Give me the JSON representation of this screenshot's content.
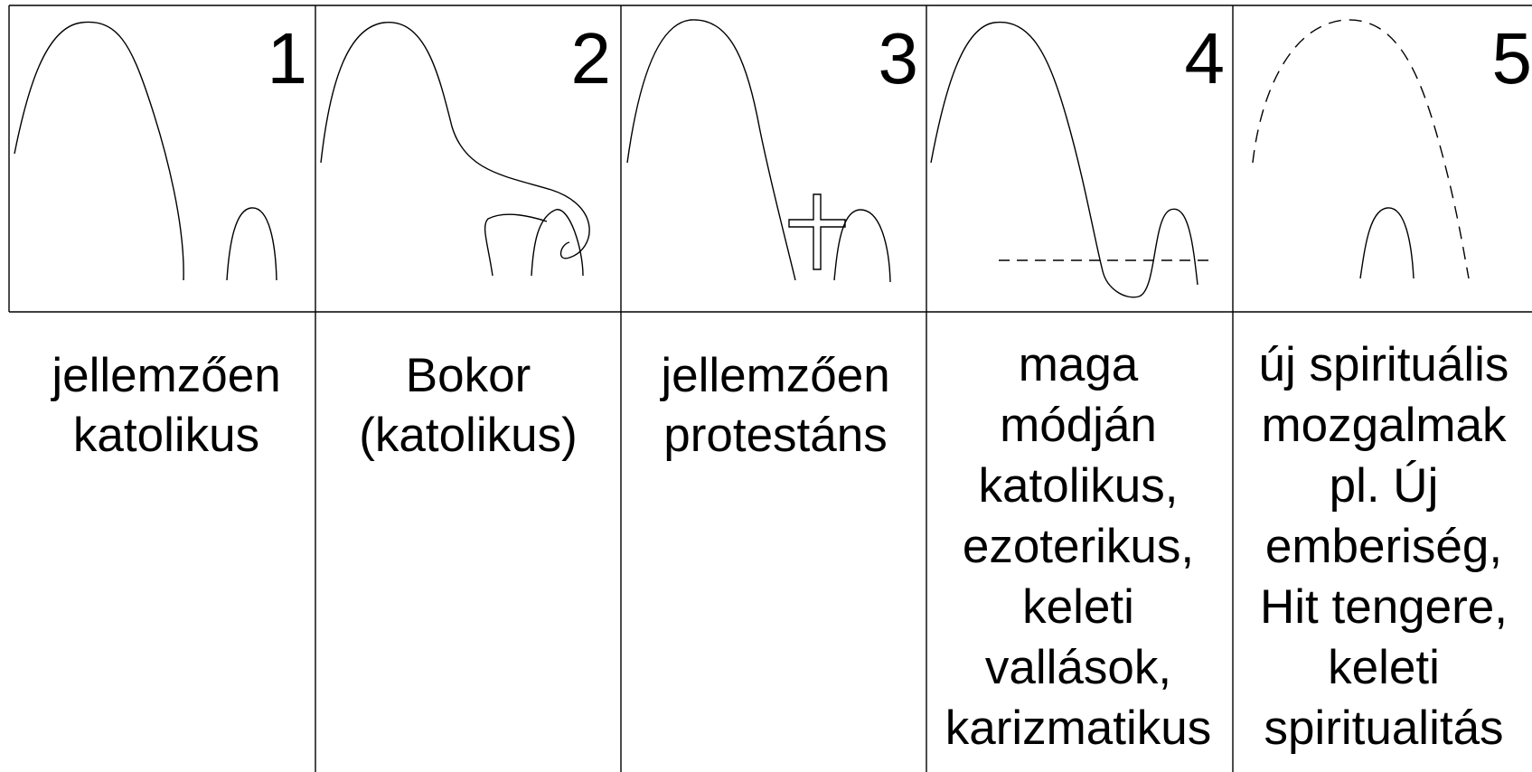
{
  "panels": [
    {
      "number": "1",
      "caption": [
        "jellemzően",
        "katolikus"
      ]
    },
    {
      "number": "2",
      "caption": [
        "Bokor",
        "(katolikus)"
      ]
    },
    {
      "number": "3",
      "caption": [
        "jellemzően",
        "protestáns"
      ]
    },
    {
      "number": "4",
      "caption": [
        "maga",
        "módján",
        "katolikus,",
        "ezoterikus,",
        "keleti",
        "vallások,",
        "karizmatikus"
      ]
    },
    {
      "number": "5",
      "caption": [
        "új spirituális",
        "mozgalmak",
        "pl. Új",
        "emberiség,",
        "Hit tengere,",
        "keleti",
        "spiritualitás"
      ]
    }
  ],
  "colors": {
    "line": "#000000",
    "background": "#ffffff"
  }
}
